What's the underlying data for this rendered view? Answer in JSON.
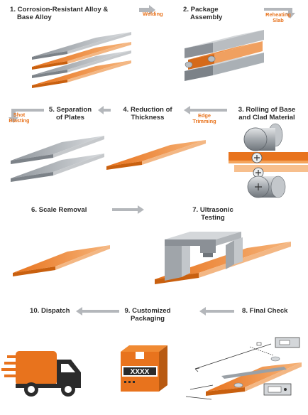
{
  "colors": {
    "orange": "#e8731d",
    "orange_light": "#f4a45c",
    "steel": "#9aa0a6",
    "steel_dark": "#6f757b",
    "steel_light": "#d4d7da",
    "arrow": "#b4b7bb",
    "text": "#2b2b2b"
  },
  "steps": [
    {
      "line1": "1. Corrosion-Resistant Alloy &",
      "line2": "Base Alloy"
    },
    {
      "line1": "2. Package",
      "line2": "Assembly"
    },
    {
      "line1": "3. Rolling of Base",
      "line2": "and Clad Material"
    },
    {
      "line1": "4. Reduction of",
      "line2": "Thickness"
    },
    {
      "line1": "5. Separation",
      "line2": "of Plates"
    },
    {
      "line1": "6. Scale Removal",
      "line2": ""
    },
    {
      "line1": "7. Ultrasonic",
      "line2": "Testing"
    },
    {
      "line1": "8. Final Check",
      "line2": ""
    },
    {
      "line1": "9. Customized",
      "line2": "Packaging"
    },
    {
      "line1": "10. Dispatch",
      "line2": ""
    }
  ],
  "transitions": {
    "welding": {
      "line1": "Welding",
      "line2": ""
    },
    "reheating": {
      "line1": "Reheating",
      "line2": "Slab"
    },
    "edge_trimming": {
      "line1": "Edge",
      "line2": "Trimming"
    },
    "shot_blasting": {
      "line1": "Shot",
      "line2": "Blasting"
    }
  },
  "package_label": "XXXX"
}
